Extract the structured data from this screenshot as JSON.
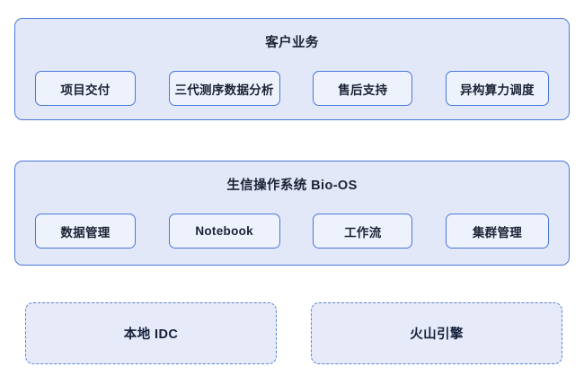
{
  "diagram": {
    "type": "layered-architecture",
    "layers": [
      {
        "title": "客户业务",
        "items": [
          {
            "label": "项目交付"
          },
          {
            "label": "三代测序数据分析"
          },
          {
            "label": "售后支持"
          },
          {
            "label": "异构算力调度"
          }
        ]
      },
      {
        "title": "生信操作系统 Bio-OS",
        "items": [
          {
            "label": "数据管理"
          },
          {
            "label": "Notebook"
          },
          {
            "label": "工作流"
          },
          {
            "label": "集群管理"
          }
        ]
      }
    ],
    "foundation": {
      "items": [
        {
          "label": "本地 IDC"
        },
        {
          "label": "火山引擎"
        }
      ]
    },
    "colors": {
      "card_fill": "#e3e8f8",
      "card_border": "#4a78d8",
      "pill_fill": "#eef2fd",
      "pill_border": "#4a78d8",
      "foundation_fill": "#e6eaf9",
      "foundation_border": "#5681da",
      "text": "#1b2334",
      "page_background": "#ffffff"
    }
  }
}
